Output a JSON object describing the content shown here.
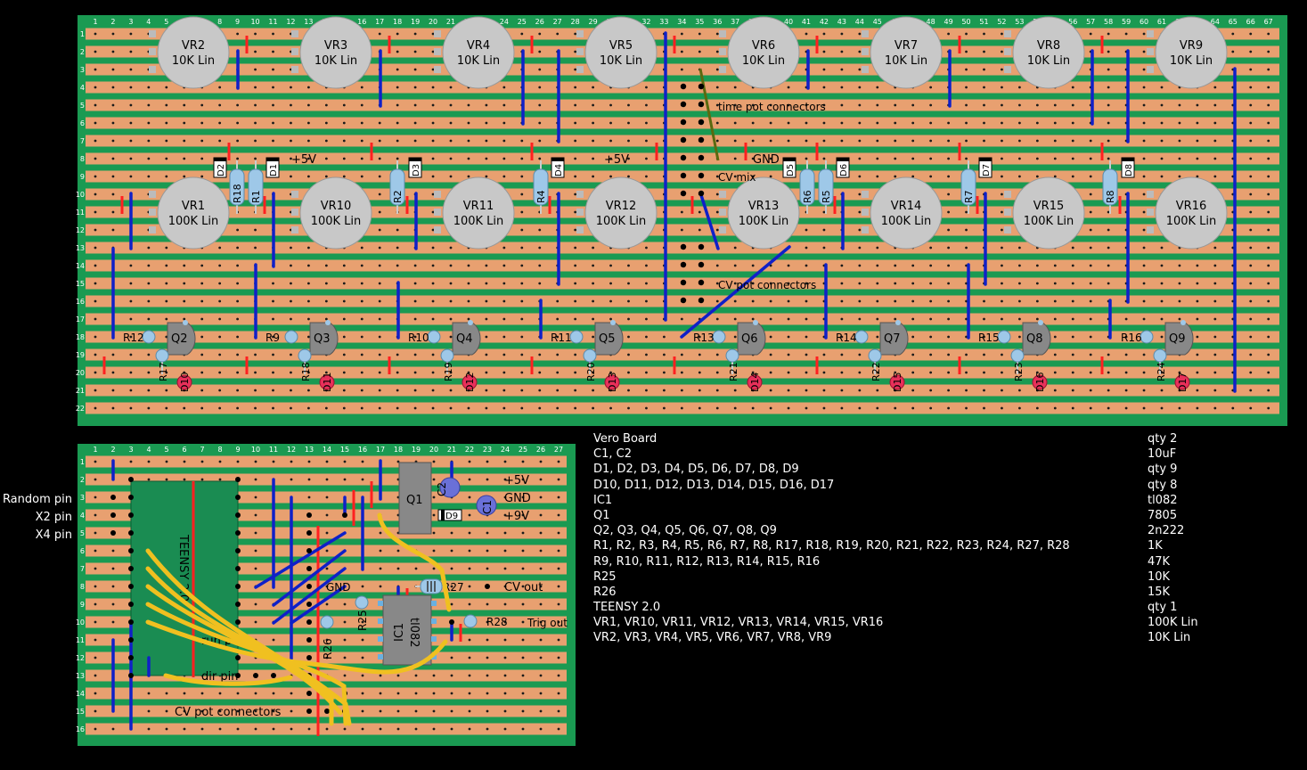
{
  "colors": {
    "background": "#000000",
    "board_green": "#1a9a52",
    "strip": "#e8a070",
    "hole": "#1a1a1a",
    "link_wire": "#1020c8",
    "track_cut": "#ff2020",
    "pot": "#c8c8c8",
    "resistor_body": "#9ec8e8",
    "transistor": "#888888",
    "led": "#e8305a",
    "flex_wire": "#f0c020"
  },
  "main_board": {
    "columns": [
      "1",
      "2",
      "3",
      "4",
      "5",
      "6",
      "7",
      "8",
      "9",
      "10",
      "11",
      "12",
      "13",
      "14",
      "15",
      "16",
      "17",
      "18",
      "19",
      "20",
      "21",
      "22",
      "23",
      "24",
      "25",
      "26",
      "27",
      "28",
      "29",
      "30",
      "31",
      "32",
      "33",
      "34",
      "35",
      "36",
      "37",
      "38",
      "39",
      "40",
      "41",
      "42",
      "43",
      "44",
      "45",
      "46",
      "47",
      "48",
      "49",
      "50",
      "51",
      "52",
      "53",
      "54",
      "55",
      "56",
      "57",
      "58",
      "59",
      "60",
      "61",
      "62",
      "63",
      "64",
      "65",
      "66",
      "67"
    ],
    "rows": [
      "1",
      "2",
      "3",
      "4",
      "5",
      "6",
      "7",
      "8",
      "9",
      "10",
      "11",
      "12",
      "13",
      "14",
      "15",
      "16",
      "17",
      "18",
      "19",
      "20",
      "21",
      "22"
    ],
    "pots_top": [
      {
        "name": "VR2",
        "value": "10K Lin"
      },
      {
        "name": "VR3",
        "value": "10K Lin"
      },
      {
        "name": "VR4",
        "value": "10K Lin"
      },
      {
        "name": "VR5",
        "value": "10K Lin"
      },
      {
        "name": "VR6",
        "value": "10K Lin"
      },
      {
        "name": "VR7",
        "value": "10K Lin"
      },
      {
        "name": "VR8",
        "value": "10K Lin"
      },
      {
        "name": "VR9",
        "value": "10K Lin"
      }
    ],
    "pots_bottom": [
      {
        "name": "VR1",
        "value": "100K Lin"
      },
      {
        "name": "VR10",
        "value": "100K Lin"
      },
      {
        "name": "VR11",
        "value": "100K Lin"
      },
      {
        "name": "VR12",
        "value": "100K Lin"
      },
      {
        "name": "VR13",
        "value": "100K Lin"
      },
      {
        "name": "VR14",
        "value": "100K Lin"
      },
      {
        "name": "VR15",
        "value": "100K Lin"
      },
      {
        "name": "VR16",
        "value": "100K Lin"
      }
    ],
    "diodes_small": [
      "D2",
      "D1",
      "D3",
      "D4",
      "D5",
      "D6",
      "D7",
      "D8"
    ],
    "resistors_vertical": [
      "R18",
      "R1",
      "R2",
      "R4",
      "R6",
      "R5",
      "R7",
      "R8"
    ],
    "transistors": [
      "Q2",
      "Q3",
      "Q4",
      "Q5",
      "Q6",
      "Q7",
      "Q8",
      "Q9"
    ],
    "resistors_base": [
      "R12",
      "R9",
      "R10",
      "R11",
      "R13",
      "R14",
      "R15",
      "R16"
    ],
    "resistors_low": [
      "R17",
      "R18",
      "R19",
      "R20",
      "R21",
      "R22",
      "R23",
      "R24"
    ],
    "leds": [
      "D10",
      "D11",
      "D12",
      "D13",
      "D14",
      "D15",
      "D16",
      "D17"
    ],
    "labels": {
      "plus5v_a": "+5V",
      "plus5v_b": "+5V",
      "gnd": "GND",
      "time_pot": "time pot connectors",
      "cv_mix": "CV mix",
      "cv_pot": "CV pot connectors"
    }
  },
  "small_board": {
    "columns": [
      "1",
      "2",
      "3",
      "4",
      "5",
      "6",
      "7",
      "8",
      "9",
      "10",
      "11",
      "12",
      "13",
      "14",
      "15",
      "16",
      "17",
      "18",
      "19",
      "20",
      "21",
      "22",
      "23",
      "24",
      "25",
      "26",
      "27"
    ],
    "rows": [
      "1",
      "2",
      "3",
      "4",
      "5",
      "6",
      "7",
      "8",
      "9",
      "10",
      "11",
      "12",
      "13",
      "14",
      "15",
      "16"
    ],
    "teensy": "TEENSY 2.0",
    "q1": "Q1",
    "c1": "C1",
    "c2": "C2",
    "d9": "D9",
    "r27": "R27",
    "r28": "R28",
    "r25": "R25",
    "r26": "R26",
    "ic_ref": "IC1",
    "ic_part": "tl082",
    "labels": {
      "plus5v": "+5V",
      "gnd_right": "GND",
      "plus9v": "+9V",
      "gnd_mid": "GND",
      "cv_out": "CV out",
      "trig_out": "Trig out",
      "run_pin": "run pin",
      "dir_pin": "dir pin",
      "cv_pot": "CV pot connectors",
      "random_pin": "Random pin",
      "x2_pin": "X2 pin",
      "x4_pin": "X4 pin"
    }
  },
  "bom": [
    {
      "parts": "Vero Board",
      "value": "qty 2"
    },
    {
      "parts": "C1, C2",
      "value": "10uF"
    },
    {
      "parts": "D1, D2, D3, D4, D5, D6, D7, D8, D9",
      "value": "qty 9"
    },
    {
      "parts": "D10, D11, D12, D13, D14, D15, D16, D17",
      "value": "qty 8"
    },
    {
      "parts": "IC1",
      "value": "tl082"
    },
    {
      "parts": "Q1",
      "value": "7805"
    },
    {
      "parts": "Q2, Q3, Q4, Q5, Q6, Q7, Q8, Q9",
      "value": "2n222"
    },
    {
      "parts": "R1, R2, R3, R4, R5, R6, R7, R8, R17, R18, R19, R20, R21, R22, R23, R24, R27, R28",
      "value": "1K"
    },
    {
      "parts": "R9, R10, R11, R12, R13, R14, R15, R16",
      "value": "47K"
    },
    {
      "parts": "R25",
      "value": "10K"
    },
    {
      "parts": "R26",
      "value": "15K"
    },
    {
      "parts": "TEENSY 2.0",
      "value": "qty 1"
    },
    {
      "parts": "VR1, VR10, VR11, VR12, VR13, VR14, VR15, VR16",
      "value": "100K Lin"
    },
    {
      "parts": "VR2, VR3, VR4, VR5, VR6, VR7, VR8, VR9",
      "value": "10K Lin"
    }
  ]
}
